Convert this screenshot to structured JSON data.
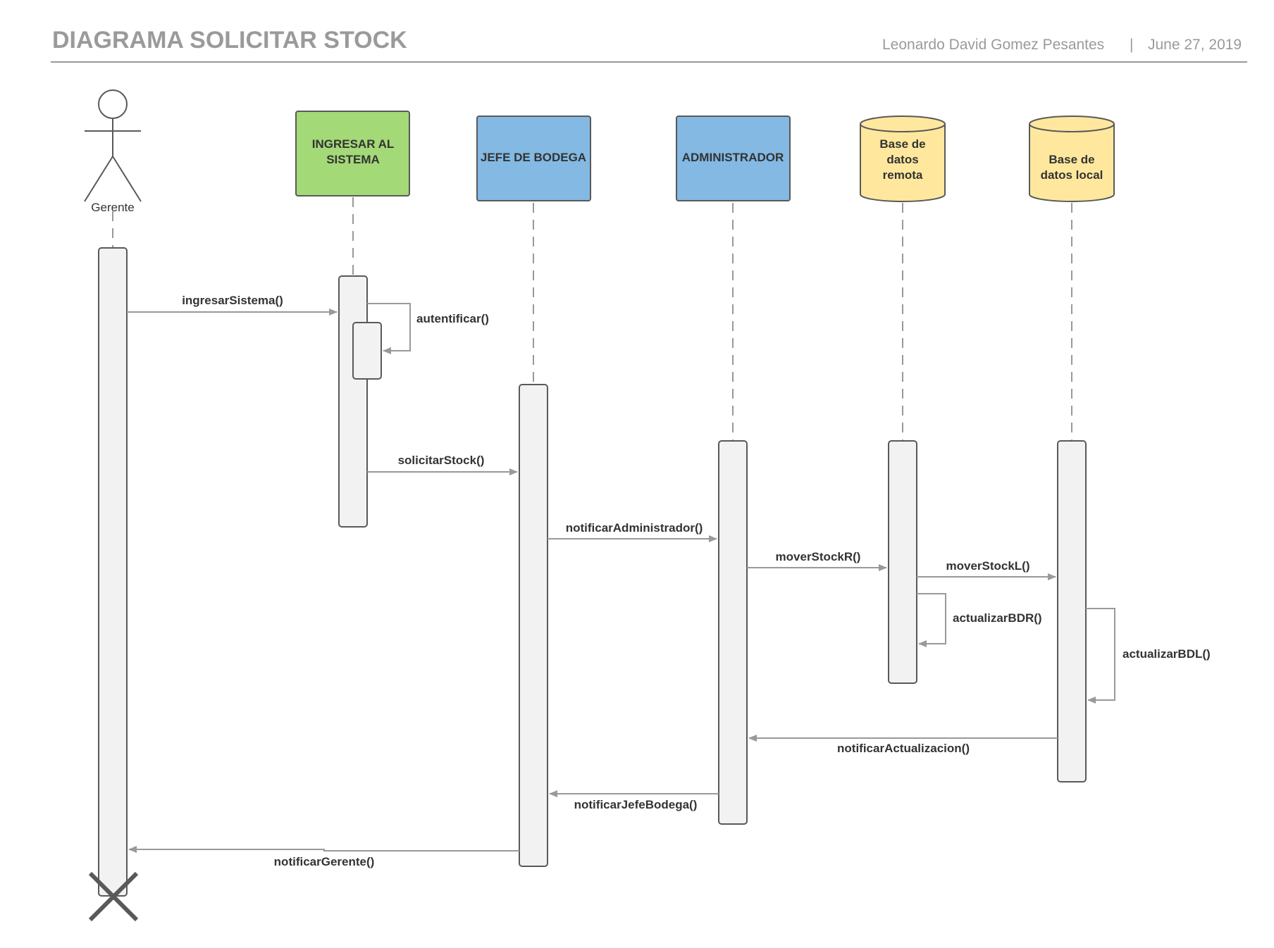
{
  "header": {
    "title": "DIAGRAMA SOLICITAR STOCK",
    "author": "Leonardo David Gomez Pesantes",
    "separator": "|",
    "date": "June 27, 2019"
  },
  "actor": {
    "label": "Gerente"
  },
  "participants": {
    "ingresar": {
      "line1": "INGRESAR AL",
      "line2": "SISTEMA",
      "color": "#a3d977"
    },
    "jefe": {
      "line1": "JEFE DE BODEGA",
      "color": "#83b9e3"
    },
    "admin": {
      "line1": "ADMINISTRADOR",
      "color": "#83b9e3"
    },
    "bdr": {
      "line1": "Base de",
      "line2": "datos",
      "line3": "remota",
      "color": "#ffe89e"
    },
    "bdl": {
      "line1": "Base de",
      "line2": "datos local",
      "color": "#ffe89e"
    }
  },
  "messages": {
    "ingresarSistema": "ingresarSistema()",
    "autentificar": "autentificar()",
    "solicitarStock": "solicitarStock()",
    "notificarAdministrador": "notificarAdministrador()",
    "moverStockR": "moverStockR()",
    "moverStockL": "moverStockL()",
    "actualizarBDR": "actualizarBDR()",
    "actualizarBDL": "actualizarBDL()",
    "notificarActualizacion": "notificarActualizacion()",
    "notificarJefeBodega": "notificarJefeBodega()",
    "notificarGerente": "notificarGerente()"
  },
  "colors": {
    "line": "#999999",
    "activation": "#f2f2f2",
    "activationStroke": "#595959",
    "title": "#9a9a9a",
    "text": "#333333"
  }
}
